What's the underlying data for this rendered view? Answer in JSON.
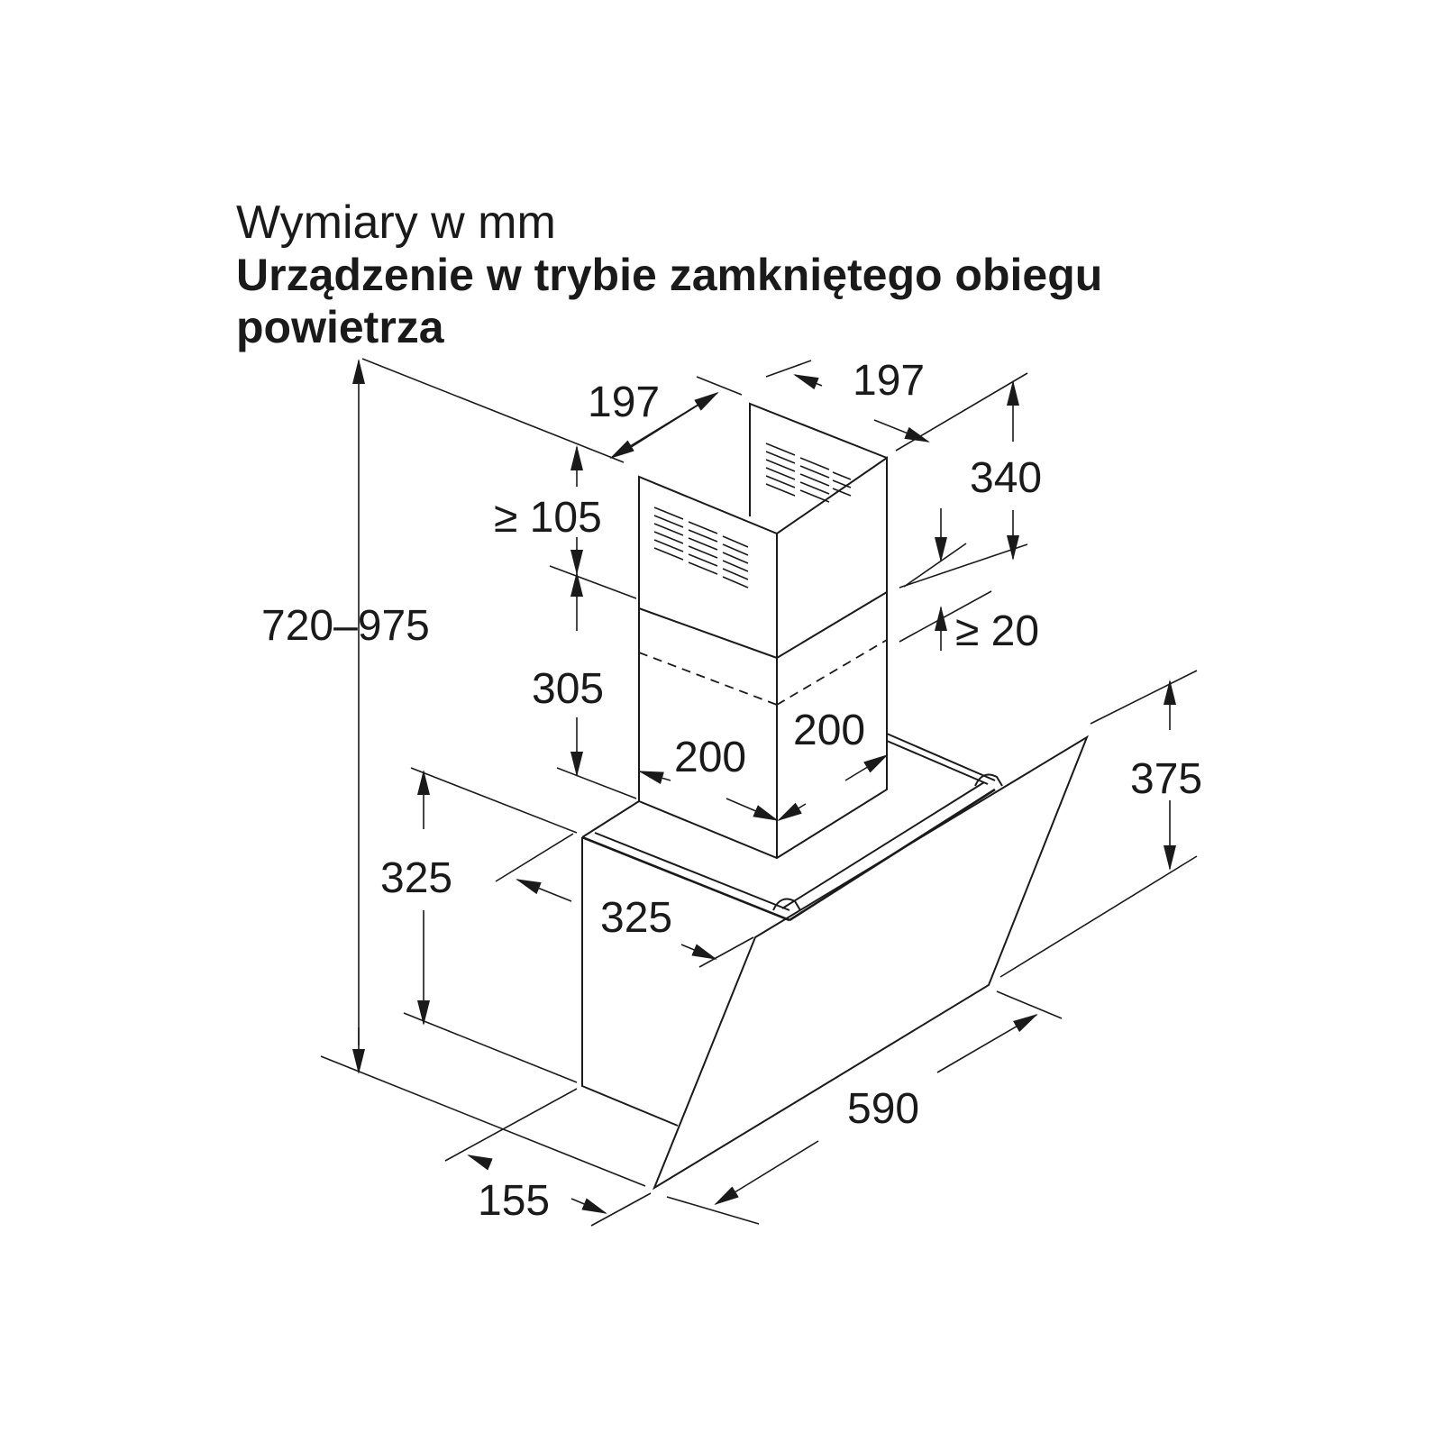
{
  "header": {
    "units_line": "Wymiary w mm",
    "title_line1": "Urządzenie w trybie zamkniętego obiegu",
    "title_line2": "powietrza"
  },
  "dimensions": {
    "total_height": "720–975",
    "chimney_depth": "197",
    "chimney_width": "197",
    "chimney_upper_height": "340",
    "min_clearance_top": "≥ 105",
    "min_overlap": "≥ 20",
    "chimney_lower_height": "305",
    "chimney_lower_depth": "200",
    "chimney_lower_width": "200",
    "body_height": "325",
    "body_depth": "325",
    "glass_height": "375",
    "hood_width": "590",
    "bottom_depth": "155"
  }
}
